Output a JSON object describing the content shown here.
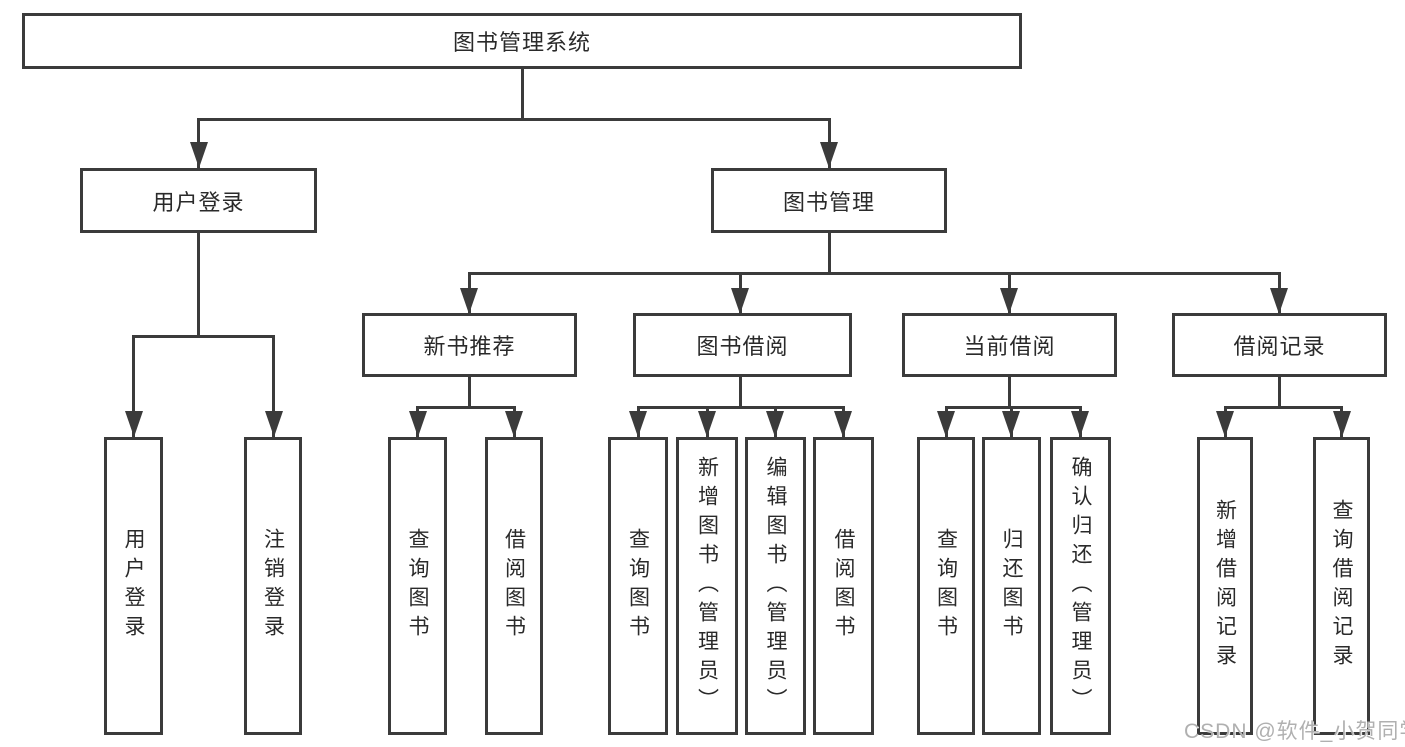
{
  "tree": {
    "label": "图书管理系统",
    "children": [
      {
        "label": "用户登录",
        "children": [
          {
            "label": "用户登录"
          },
          {
            "label": "注销登录"
          }
        ]
      },
      {
        "label": "图书管理",
        "children": [
          {
            "label": "新书推荐",
            "children": [
              {
                "label": "查询图书"
              },
              {
                "label": "借阅图书"
              }
            ]
          },
          {
            "label": "图书借阅",
            "children": [
              {
                "label": "查询图书"
              },
              {
                "label": "新增图书（管理员）"
              },
              {
                "label": "编辑图书（管理员）"
              },
              {
                "label": "借阅图书"
              }
            ]
          },
          {
            "label": "当前借阅",
            "children": [
              {
                "label": "查询图书"
              },
              {
                "label": "归还图书"
              },
              {
                "label": "确认归还（管理员）"
              }
            ]
          },
          {
            "label": "借阅记录",
            "children": [
              {
                "label": "新增借阅记录"
              },
              {
                "label": "查询借阅记录"
              }
            ]
          }
        ]
      }
    ]
  },
  "watermark": {
    "text": "CSDN @软件_小贺同学"
  },
  "colors": {
    "line": "#3b3b3b",
    "text": "#2a2a2a",
    "watermark": "#b0b0b0",
    "background": "#ffffff"
  }
}
